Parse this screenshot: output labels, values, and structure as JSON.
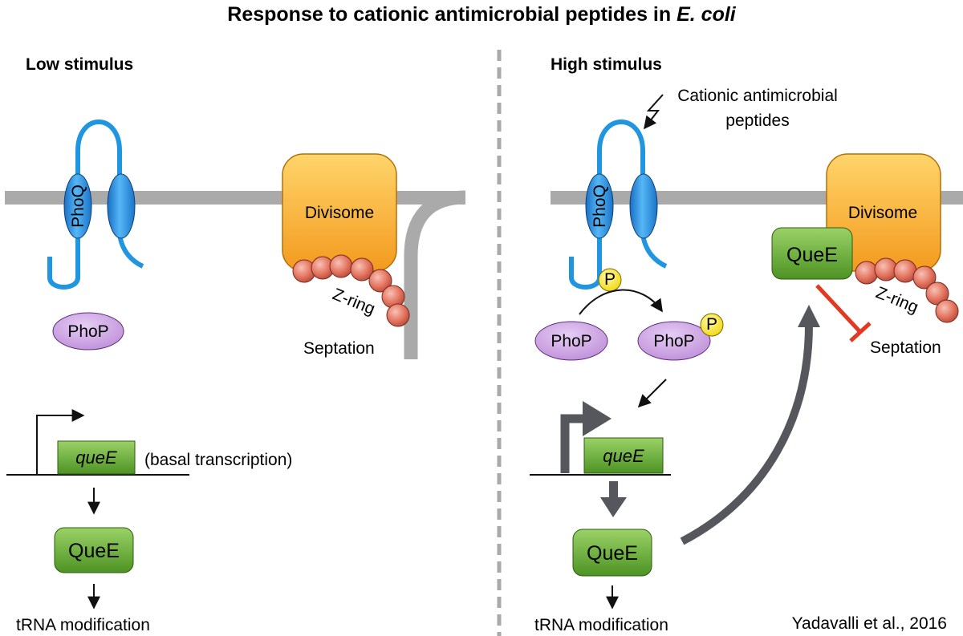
{
  "title": {
    "prefix": "Response to cationic antimicrobial peptides in ",
    "italic": "E. coli"
  },
  "panels": {
    "low": {
      "heading": "Low stimulus",
      "phoq": "PhoQ",
      "phop": "PhoP",
      "divisome": "Divisome",
      "zring": "Z-ring",
      "septation": "Septation",
      "gene": "queE",
      "basal_note": "(basal transcription)",
      "protein": "QueE",
      "outcome": "tRNA modification"
    },
    "high": {
      "heading": "High stimulus",
      "stimulus_line1": "Cationic antimicrobial",
      "stimulus_line2": "peptides",
      "phoq": "PhoQ",
      "phosphate": "P",
      "phop": "PhoP",
      "phop_p": "PhoP",
      "phop_p_phosphate": "P",
      "divisome": "Divisome",
      "queE_bound": "QueE",
      "zring": "Z-ring",
      "septation": "Septation",
      "gene": "queE",
      "protein": "QueE",
      "outcome": "tRNA modification"
    }
  },
  "citation": "Yadavalli et al., 2016",
  "colors": {
    "membrane": "#a9aaa9",
    "phoq_loop": "#2196e0",
    "phoq_tm": "#2a8fe0",
    "phop": "#c99be0",
    "divisome": "#f5a623",
    "zring_bead": "#e06a5c",
    "green_box": "#5fa62e",
    "phosphate": "#f5e51c",
    "inhibition": "#e23a22",
    "arrow_gray": "#55575c",
    "divider": "#aaaaaa"
  }
}
